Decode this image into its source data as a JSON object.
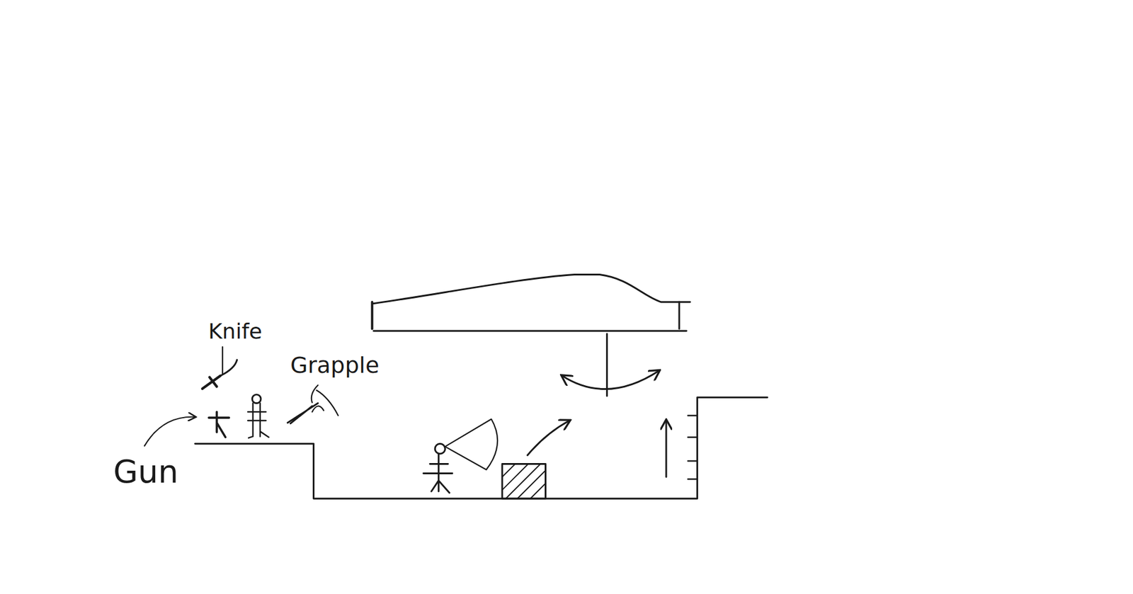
{
  "diagram": {
    "labels": [
      "Knife",
      "Gun",
      "Grapple"
    ]
  }
}
